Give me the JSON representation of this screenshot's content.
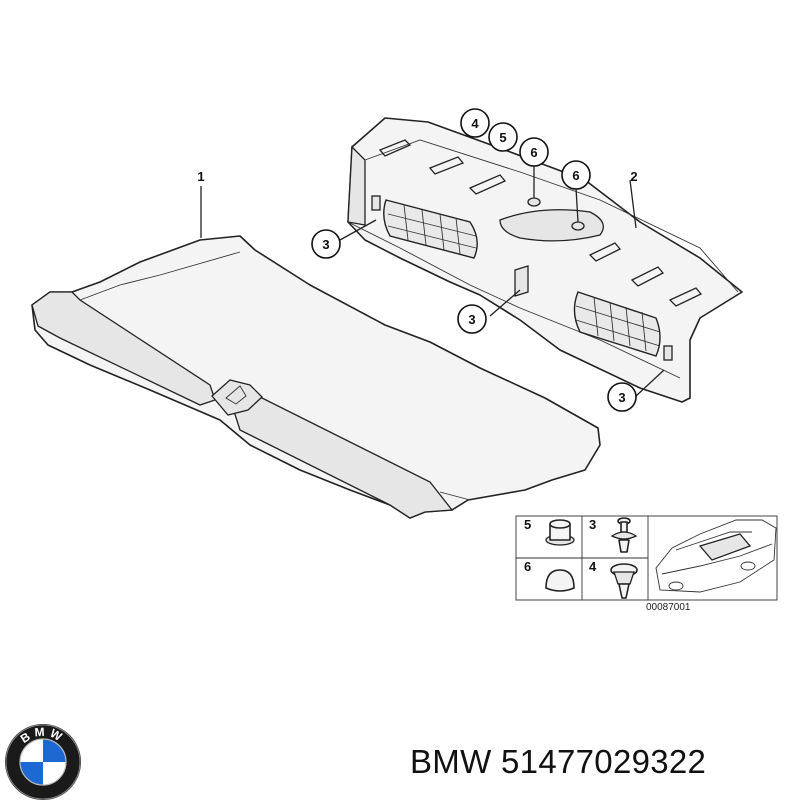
{
  "callouts": {
    "c4": "4",
    "c5": "5",
    "c6a": "6",
    "c6b": "6",
    "c2": "2",
    "c1": "1",
    "c3a": "3",
    "c3b": "3",
    "c3c": "3"
  },
  "inset": {
    "k5": "5",
    "k3": "3",
    "k6": "6",
    "k4": "4",
    "ref": "00087001"
  },
  "brand": {
    "name": "BMW",
    "part_number": "51477029322",
    "logo_text": "BMW"
  },
  "colors": {
    "logo_blue": "#1c69d4",
    "logo_ring": "#1a1a1a",
    "line": "#222222"
  }
}
